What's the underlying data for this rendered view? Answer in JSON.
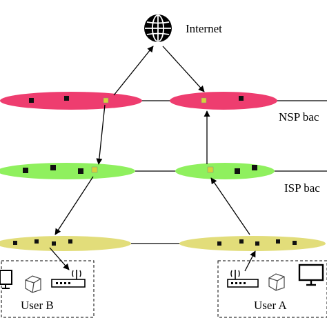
{
  "labels": {
    "internet": "Internet",
    "nsp": "NSP bac",
    "isp": "ISP bac",
    "user_b": "User B",
    "user_a": "User A"
  },
  "icons": {
    "internet": "globe-icon",
    "router": "wifi-router-icon",
    "monitor": "monitor-icon",
    "box": "box-icon"
  },
  "colors": {
    "nsp_layer": "#ee3d6f",
    "isp_layer": "#8ff05e",
    "access_layer": "#e2dd7a",
    "node": "#111111",
    "highlight_node": "#d7d23a",
    "line": "#000000"
  }
}
